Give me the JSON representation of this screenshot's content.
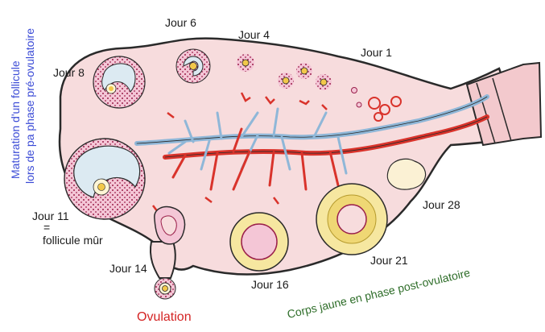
{
  "labels": {
    "jour1": "Jour 1",
    "jour4": "Jour 4",
    "jour6": "Jour 6",
    "jour8": "Jour 8",
    "jour11": "Jour 11",
    "equals": "=",
    "follicule_mur": "follicule mûr",
    "jour14": "Jour 14",
    "jour16": "Jour 16",
    "jour21": "Jour 21",
    "jour28": "Jour 28",
    "ovulation": "Ovulation",
    "corps_jaune": "Corps jaune en phase post-ovulatoire",
    "side_line1": "Maturation d'un follicule",
    "side_line2": "lors de pa phase pré-ovulatoire"
  },
  "colors": {
    "ovary_fill": "#f7dcdd",
    "ovary_stroke": "#2a2a2a",
    "follicle_dots": "#9a1f4a",
    "oocyte": "#f2c84b",
    "corpus_luteum": "#f6e7a0",
    "vein": "#8fb7d8",
    "artery": "#d9332b",
    "label_blue": "#3b4bd6",
    "label_red": "#d42424",
    "label_green": "#2f6e2a"
  }
}
